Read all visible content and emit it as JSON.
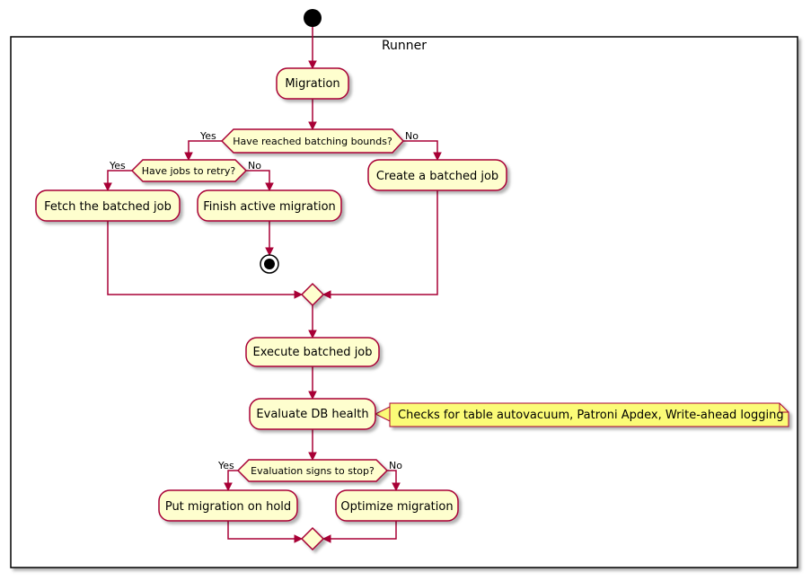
{
  "colors": {
    "activity_fill": "#FEFECE",
    "border": "#A80036",
    "note_fill": "#FBFB77",
    "frame": "#000000"
  },
  "partition": {
    "title": "Runner"
  },
  "activities": {
    "migration": "Migration",
    "create_batched_job": "Create a batched job",
    "fetch_batched_job": "Fetch the batched job",
    "finish_active_migration": "Finish active migration",
    "execute_batched_job": "Execute batched job",
    "evaluate_db_health": "Evaluate DB health",
    "put_migration_on_hold": "Put migration on hold",
    "optimize_migration": "Optimize migration"
  },
  "decisions": {
    "batching_bounds": {
      "label": "Have reached batching bounds?",
      "yes": "Yes",
      "no": "No"
    },
    "jobs_to_retry": {
      "label": "Have jobs to retry?",
      "yes": "Yes",
      "no": "No"
    },
    "signs_to_stop": {
      "label": "Evaluation signs to stop?",
      "yes": "Yes",
      "no": "No"
    }
  },
  "note": {
    "text": "Checks for table autovacuum, Patroni Apdex, Write-ahead logging"
  }
}
